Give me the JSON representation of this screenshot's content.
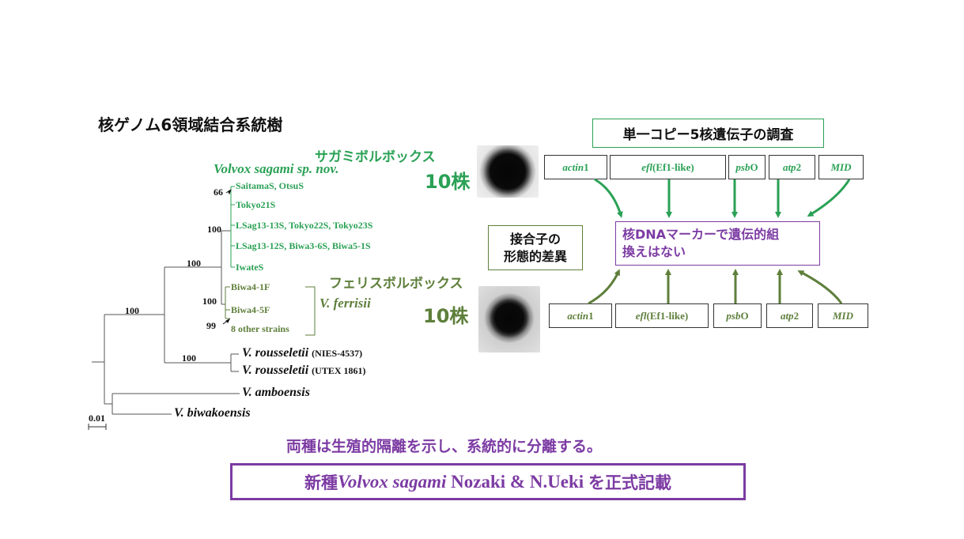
{
  "tree": {
    "title": "核ゲノム6領域結合系統樹",
    "sagami_jp": "サガミボルボックス",
    "sagami_latin": "Volvox sagami sp. nov.",
    "sagami_count": "10株",
    "sagami_leaves": [
      "SaitamaS, OtsuS",
      "Tokyo21S",
      "LSag13-13S, Tokyo22S, Tokyo23S",
      "LSag13-12S, Biwa3-6S, Biwa5-1S",
      "IwateS"
    ],
    "ferrisii_jp": "フェリスボルボックス",
    "ferrisii_latin": "V. ferrisii",
    "ferrisii_count": "10株",
    "ferrisii_leaves": [
      "Biwa4-1F",
      "Biwa4-5F",
      "8 other strains"
    ],
    "rousseletii": [
      {
        "name": "V. rousseletii",
        "strain": "(NIES-4537)"
      },
      {
        "name": "V. rousseletii",
        "strain": "(UTEX 1861)"
      }
    ],
    "amboensis": "V. amboensis",
    "biwakoensis": "V. biwakoensis",
    "scale": "0.01",
    "bootstrap": {
      "b66": "66",
      "b100_sagami": "100",
      "b100_clade": "100",
      "b100_root": "100",
      "b100_ferrisii": "100",
      "b99": "99",
      "b100_rousseletii": "100"
    }
  },
  "zygote": {
    "label_line1": "接合子の",
    "label_line2": "形態的差異"
  },
  "genes": {
    "title": "単一コピー5核遺伝子の調査",
    "top": [
      {
        "italic": "actin",
        "rest": "1"
      },
      {
        "italic": "efl",
        "rest": " (Ef1-like)"
      },
      {
        "italic": "psb",
        "rest": "O"
      },
      {
        "italic": "atp",
        "rest": "2"
      },
      {
        "italic": "MID",
        "rest": ""
      }
    ],
    "bottom": [
      {
        "italic": "actin",
        "rest": "1"
      },
      {
        "italic": "efl",
        "rest": " (Ef1-like)"
      },
      {
        "italic": "psb",
        "rest": "O"
      },
      {
        "italic": "atp",
        "rest": "2"
      },
      {
        "italic": "MID",
        "rest": ""
      }
    ],
    "marker_line1": "核DNAマーカーで遺伝的組",
    "marker_line2": "換えはない"
  },
  "conclusion": "両種は生殖的隔離を示し、系統的に分離する。",
  "banner": {
    "prefix": "新種",
    "latin": "Volvox sagami",
    "authors": " Nozaki & N.Ueki ",
    "suffix": "を正式記載"
  },
  "colors": {
    "sagami_green": "#2aa155",
    "ferrisii_olive": "#5e7f3b",
    "accent_purple": "#7c3ba3"
  }
}
